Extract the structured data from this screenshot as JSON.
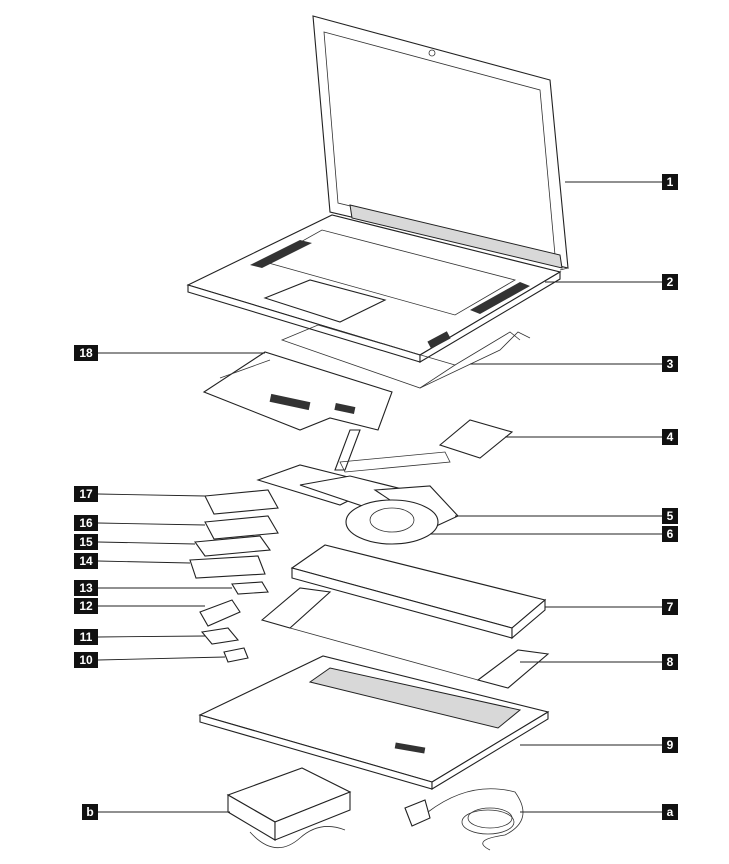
{
  "callouts": {
    "c1": "1",
    "c2": "2",
    "c3": "3",
    "c4": "4",
    "c5": "5",
    "c6": "6",
    "c7": "7",
    "c8": "8",
    "c9": "9",
    "c10": "10",
    "c11": "11",
    "c12": "12",
    "c13": "13",
    "c14": "14",
    "c15": "15",
    "c16": "16",
    "c17": "17",
    "c18": "18",
    "ca": "a",
    "cb": "b"
  }
}
